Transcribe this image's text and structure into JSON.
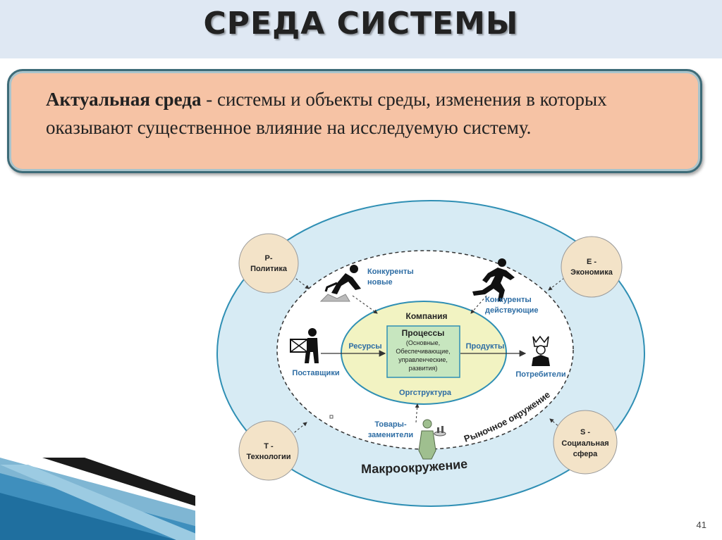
{
  "slide": {
    "title": "СРЕДА СИСТЕМЫ",
    "definition_term": "Актуальная среда",
    "definition_text": " - системы и объекты среды, изменения в которых оказывают существенное влияние на исследуемую систему.",
    "page_number": "41"
  },
  "diagram": {
    "outer_label": "Макроокружение",
    "market_label": "Рыночное окружение",
    "company": "Компания",
    "processes_title": "Процессы",
    "processes_lines": [
      "(Основные,",
      "Обеспечивающие,",
      "управленческие,",
      "развития)"
    ],
    "org_structure": "Оргструктура",
    "resources": "Ресурсы",
    "products": "Продукты",
    "new_competitors": [
      "Конкуренты",
      "новые"
    ],
    "existing_competitors": [
      "Конкуренты",
      "действующие"
    ],
    "suppliers": "Поставщики",
    "consumers": "Потребители",
    "substitutes": [
      "Товары-",
      "заменители"
    ],
    "pest": {
      "p": [
        "Р-",
        "Политика"
      ],
      "e": [
        "Е -",
        "Экономика"
      ],
      "t": [
        "Т -",
        "Технологии"
      ],
      "s": [
        "S -",
        "Социальная",
        "сфера"
      ]
    }
  },
  "colors": {
    "title_bar": "#dfe8f3",
    "definition_box": "#f6c3a5",
    "definition_border": "#3d6b78",
    "outer_ellipse": "#d7ebf4",
    "outer_ellipse_border": "#2f8fb4",
    "company_ellipse": "#f2f3c2",
    "process_box": "#c7e6bf",
    "pest_circle": "#f3e3c8",
    "label_blue": "#2e6da4"
  }
}
